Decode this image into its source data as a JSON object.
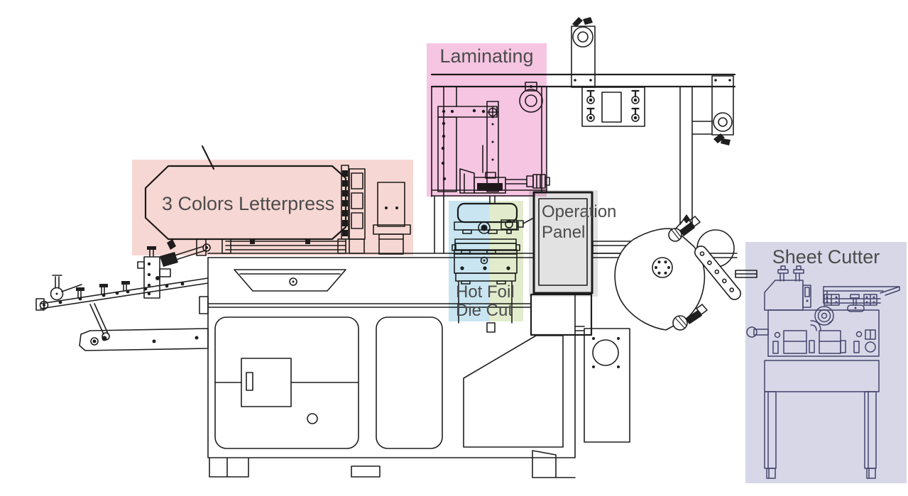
{
  "diagram": {
    "description": "Label printing machine side-view line diagram with highlighted functional zones",
    "labels": {
      "laminating": "Laminating",
      "letterpress": "3 Colors Letterpress",
      "hot_foil": "Hot Foil",
      "die_cut": "Die Cut",
      "operation_panel": "Operation Panel",
      "sheet_cutter": "Sheet Cutter"
    }
  },
  "colors": {
    "line": "#1f1f1f",
    "sheet_cutter_line": "#44446a",
    "label_text": "#4c4c4c",
    "regions": {
      "letterpress": "#f7d7d3",
      "laminating": "#f6c5e2",
      "hot_foil": "#c8e5f1",
      "die_cut": "#e2eccd",
      "operation_panel": "#e2e2e2",
      "sheet_cutter": "#d7d7e8"
    }
  }
}
